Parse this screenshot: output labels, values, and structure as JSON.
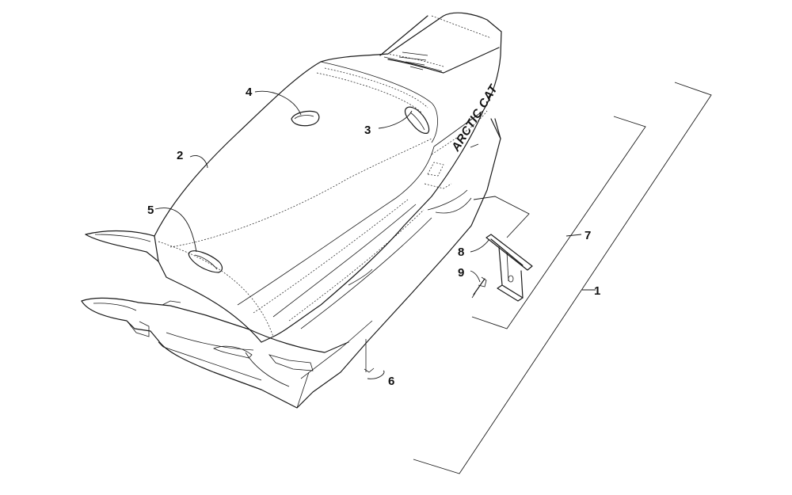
{
  "diagram": {
    "brand_text": "ARCTIC CAT",
    "callouts": [
      {
        "id": "1",
        "label": "1"
      },
      {
        "id": "2",
        "label": "2"
      },
      {
        "id": "3",
        "label": "3"
      },
      {
        "id": "4",
        "label": "4"
      },
      {
        "id": "5",
        "label": "5"
      },
      {
        "id": "6",
        "label": "6"
      },
      {
        "id": "7",
        "label": "7"
      },
      {
        "id": "8",
        "label": "8"
      },
      {
        "id": "9",
        "label": "9"
      }
    ]
  }
}
